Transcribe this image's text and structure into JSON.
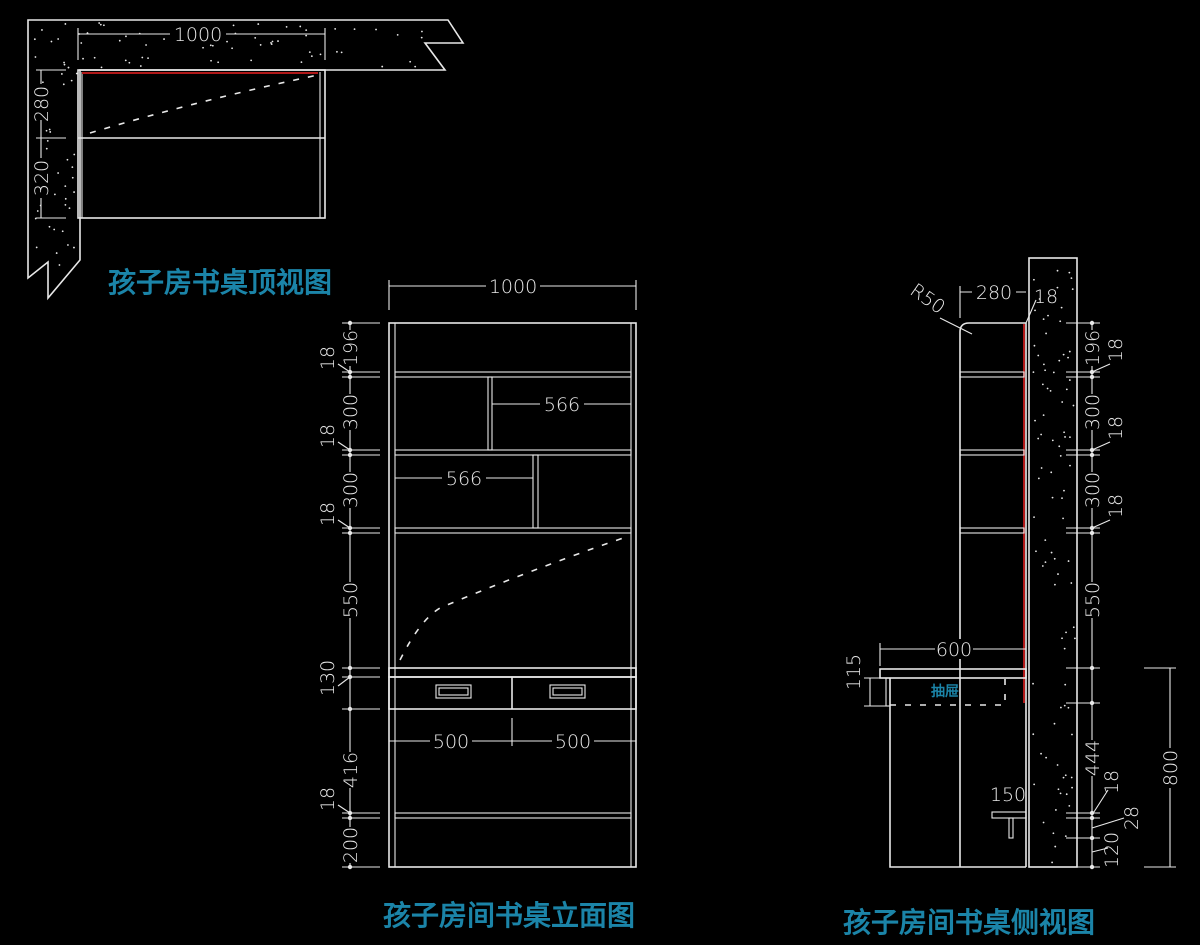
{
  "colors": {
    "background": "#000000",
    "line": "#e8e8e8",
    "title": "#1b84a8",
    "wall_edge": "#b01818"
  },
  "top_view": {
    "title": "孩子房书桌顶视图",
    "dims": {
      "width": "1000",
      "depth_top": "280",
      "depth_bottom": "320"
    }
  },
  "front_view": {
    "title": "孩子房间书桌立面图",
    "dims": {
      "width": "1000",
      "shelf_widths": [
        "566",
        "566"
      ],
      "drawer_widths": [
        "500",
        "500"
      ],
      "heights": [
        "196",
        "18",
        "300",
        "18",
        "300",
        "18",
        "550",
        "130",
        "416",
        "18",
        "200"
      ]
    }
  },
  "side_view": {
    "title": "孩子房间书桌侧视图",
    "drawer_label": "抽屉",
    "dims": {
      "radius": "R50",
      "upper_depth": "280",
      "panel": "18",
      "desk_depth": "600",
      "drawer_height": "115",
      "footrest": "150",
      "heights": [
        "196",
        "18",
        "300",
        "18",
        "300",
        "18",
        "550",
        "444",
        "18",
        "120",
        "28"
      ],
      "total_desk_height": "800"
    }
  }
}
